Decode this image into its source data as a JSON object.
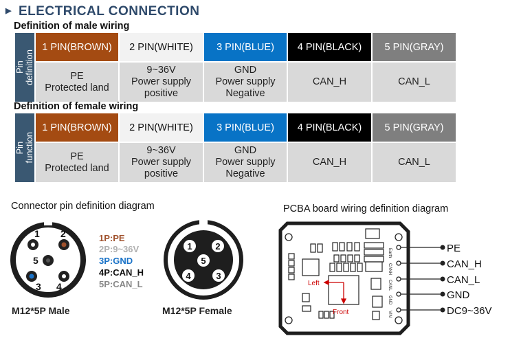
{
  "title": "ELECTRICAL CONNECTION",
  "colors": {
    "brown": "#a44b12",
    "white": "#f2f2f2",
    "blue": "#0873c6",
    "black": "#000000",
    "gray": "#7f7f7f",
    "side": "#3a5872",
    "cell": "#d9d9d9",
    "pe_text": "#a0522d"
  },
  "male": {
    "heading": "Definition of male wiring",
    "side_label": [
      "Pin",
      "definition"
    ],
    "pins": [
      "1 PIN(BROWN)",
      "2 PIN(WHITE)",
      "3 PIN(BLUE)",
      "4 PIN(BLACK)",
      "5 PIN(GRAY)"
    ],
    "values": [
      [
        "PE",
        "Protected land"
      ],
      [
        "9~36V",
        "Power supply",
        "positive"
      ],
      [
        "GND",
        "Power supply",
        "Negative"
      ],
      [
        "CAN_H"
      ],
      [
        "CAN_L"
      ]
    ]
  },
  "female": {
    "heading": "Definition of female wiring",
    "side_label": [
      "Pin",
      "function"
    ],
    "pins": [
      "1 PIN(BROWN)",
      "2 PIN(WHITE)",
      "3 PIN(BLUE)",
      "4 PIN(BLACK)",
      "5 PIN(GRAY)"
    ],
    "values": [
      [
        "PE",
        "Protected land"
      ],
      [
        "9~36V",
        "Power supply",
        "positive"
      ],
      [
        "GND",
        "Power supply",
        "Negative"
      ],
      [
        "CAN_H"
      ],
      [
        "CAN_L"
      ]
    ]
  },
  "connector": {
    "heading": "Connector pin definition diagram",
    "male_caption": "M12*5P  Male",
    "female_caption": "M12*5P Female",
    "male_numbers": [
      "1",
      "2",
      "3",
      "4",
      "5"
    ],
    "female_numbers": [
      "1",
      "2",
      "3",
      "4",
      "5"
    ],
    "legend": [
      "1P:PE",
      "2P:9~36V",
      "3P:GND",
      "4P:CAN_H",
      "5P:CAN_L"
    ]
  },
  "pcba": {
    "heading": "PCBA board wiring definition diagram",
    "pads": [
      "Earth",
      "CANH",
      "CANL",
      "GND",
      "VIN"
    ],
    "labels": [
      "PE",
      "CAN_H",
      "CAN_L",
      "GND",
      "DC9~36V"
    ],
    "left": "Left",
    "front": "Front"
  }
}
